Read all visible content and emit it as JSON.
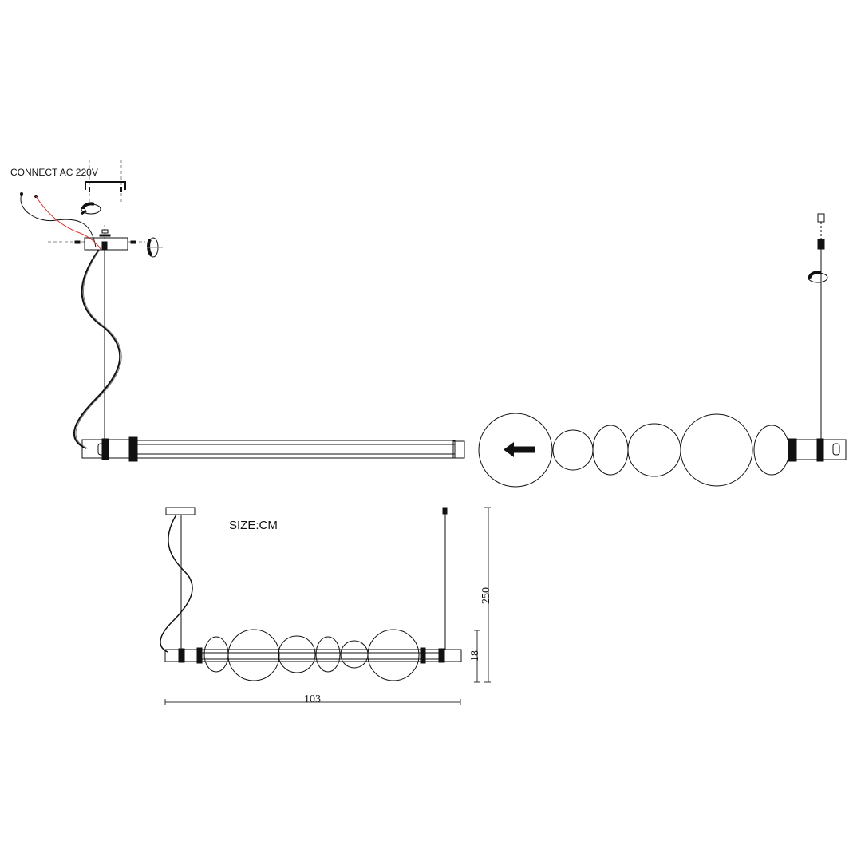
{
  "labels": {
    "connect": "CONNECT AC 220V",
    "size_unit": "SIZE:CM"
  },
  "dimensions": {
    "total_height": "250",
    "fixture_height": "18",
    "length": "103"
  },
  "colors": {
    "line": "#111111",
    "live_wire": "#e0302a"
  }
}
